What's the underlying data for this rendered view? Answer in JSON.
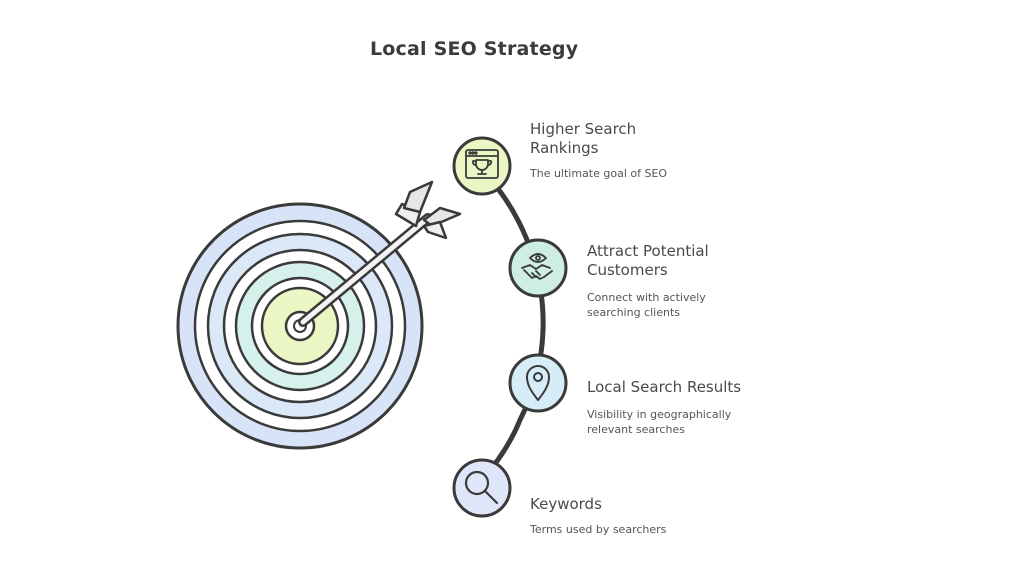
{
  "title": "Local SEO Strategy",
  "steps": [
    {
      "title": "Higher Search Rankings",
      "description": "The ultimate goal of SEO",
      "icon": "trophy-icon",
      "color": "#eaf6c3"
    },
    {
      "title": "Attract Potential Customers",
      "description": "Connect with actively searching clients",
      "icon": "handshake-icon",
      "color": "#cdeee0"
    },
    {
      "title": "Local Search Results",
      "description": "Visibility in geographically relevant searches",
      "icon": "map-pin-icon",
      "color": "#d6ecf6"
    },
    {
      "title": "Keywords",
      "description": "Terms used by searchers",
      "icon": "magnifier-icon",
      "color": "#dfe6fa"
    }
  ],
  "colors": {
    "stroke": "#3a3a3a",
    "target_outer": "#d7e3f7",
    "target_mid": "#d6f1ec",
    "target_center": "#eaf6c3"
  }
}
